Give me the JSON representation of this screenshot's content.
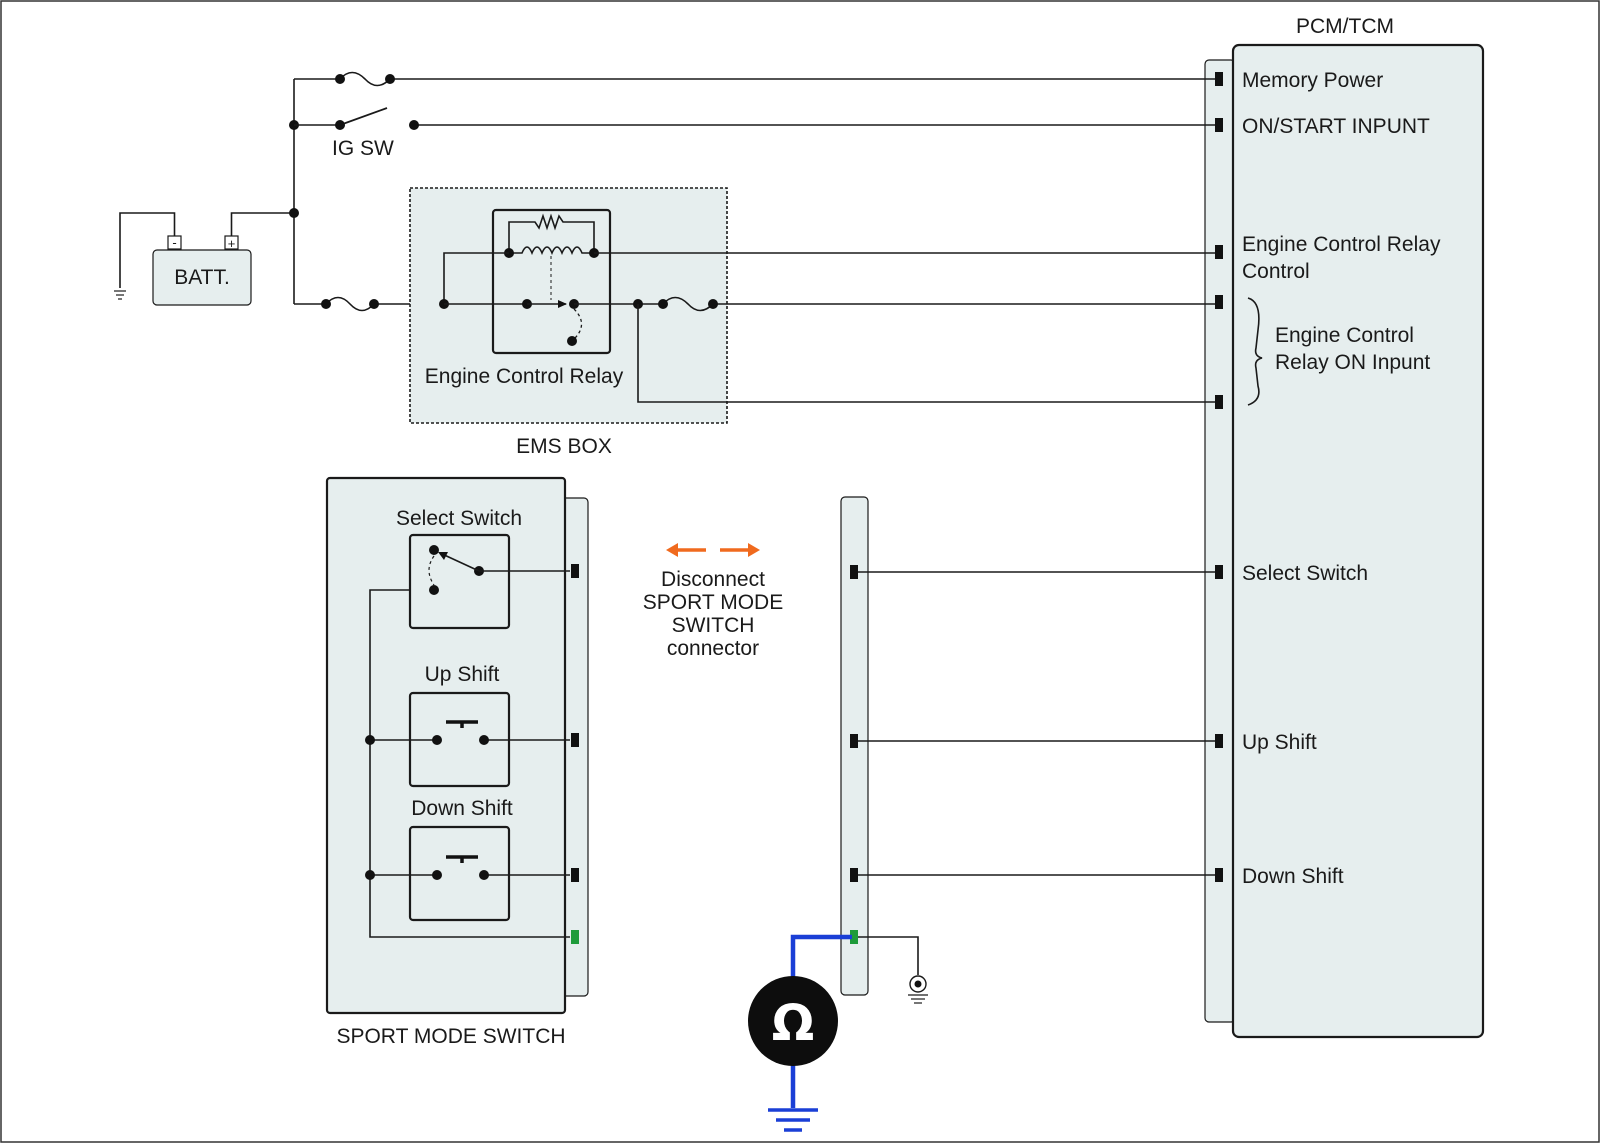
{
  "pcm": {
    "title": "PCM/TCM",
    "pins": {
      "memory_power": "Memory Power",
      "on_start": "ON/START  INPUNT",
      "ecr_control_1": "Engine Control Relay",
      "ecr_control_2": "Control",
      "ecr_on_1": "Engine Control",
      "ecr_on_2": "Relay ON Inpunt",
      "select": "Select Switch",
      "up": "Up  Shift",
      "down": "Down  Shift"
    }
  },
  "power": {
    "battery": "BATT.",
    "battery_minus": "-",
    "battery_plus": "+",
    "ig_sw": "IG SW"
  },
  "ems": {
    "title": "EMS BOX",
    "relay": "Engine Control Relay"
  },
  "sport": {
    "title": "SPORT MODE SWITCH",
    "select": "Select Switch",
    "up": "Up  Shift",
    "down": "Down  Shift"
  },
  "instruction": {
    "line1": "Disconnect",
    "line2": "SPORT MODE",
    "line3": "SWITCH",
    "line4": "connector"
  },
  "meter": {
    "symbol": "Ω"
  },
  "colors": {
    "panel": "#e6eeee",
    "probe_wire": "#1a3fd6",
    "arrow": "#f06a1e",
    "test_pin": "#1e9b3a"
  }
}
